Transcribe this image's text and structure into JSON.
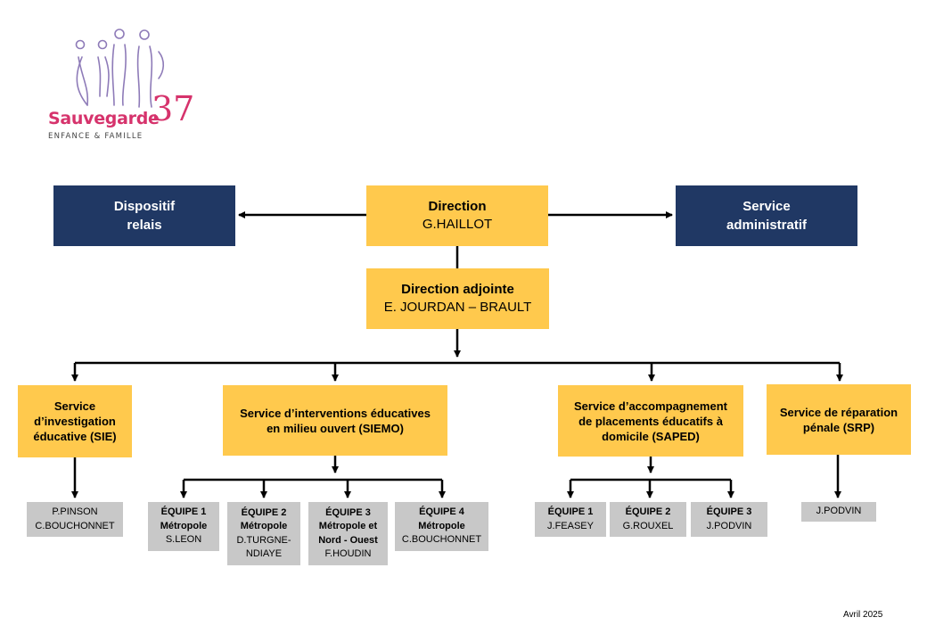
{
  "logo": {
    "name": "Sauvegarde",
    "number": "37",
    "tagline": "ENFANCE & FAMILLE",
    "colors": {
      "pink": "#D6336C",
      "purple": "#8E7BB8"
    }
  },
  "colors": {
    "navy": "#203864",
    "yellow": "#FFC94D",
    "gray": "#C8C8C8",
    "line": "#000000"
  },
  "direction": {
    "title": "Direction",
    "name": "G.HAILLOT"
  },
  "dispositif": {
    "line1": "Dispositif",
    "line2": "relais"
  },
  "admin": {
    "line1": "Service",
    "line2": "administratif"
  },
  "adjointe": {
    "title": "Direction adjointe",
    "name": "E. JOURDAN – BRAULT"
  },
  "services": {
    "sie": [
      "Service",
      "d’investigation",
      "éducative (SIE)"
    ],
    "siemo": [
      "Service d’interventions éducatives",
      "en milieu ouvert (SIEMO)"
    ],
    "saped": [
      "Service d’accompagnement",
      "de placements éducatifs à",
      "domicile (SAPED)"
    ],
    "srp": [
      "Service de réparation",
      "pénale (SRP)"
    ]
  },
  "sie_staff": [
    "P.PINSON",
    "C.BOUCHONNET"
  ],
  "siemo_teams": [
    {
      "title": "ÉQUIPE 1",
      "area": [
        "Métropole"
      ],
      "names": [
        "S.LEON"
      ]
    },
    {
      "title": "ÉQUIPE 2",
      "area": [
        "Métropole"
      ],
      "names": [
        "D.TURGNE-",
        "NDIAYE"
      ]
    },
    {
      "title": "ÉQUIPE 3",
      "area": [
        "Métropole et",
        "Nord - Ouest"
      ],
      "names": [
        "F.HOUDIN"
      ]
    },
    {
      "title": "ÉQUIPE 4",
      "area": [
        "Métropole"
      ],
      "names": [
        "C.BOUCHONNET"
      ]
    }
  ],
  "saped_teams": [
    {
      "title": "ÉQUIPE 1",
      "names": [
        "J.FEASEY"
      ]
    },
    {
      "title": "ÉQUIPE 2",
      "names": [
        "G.ROUXEL"
      ]
    },
    {
      "title": "ÉQUIPE 3",
      "names": [
        "J.PODVIN"
      ]
    }
  ],
  "srp_staff": [
    "J.PODVIN"
  ],
  "date": "Avril 2025"
}
